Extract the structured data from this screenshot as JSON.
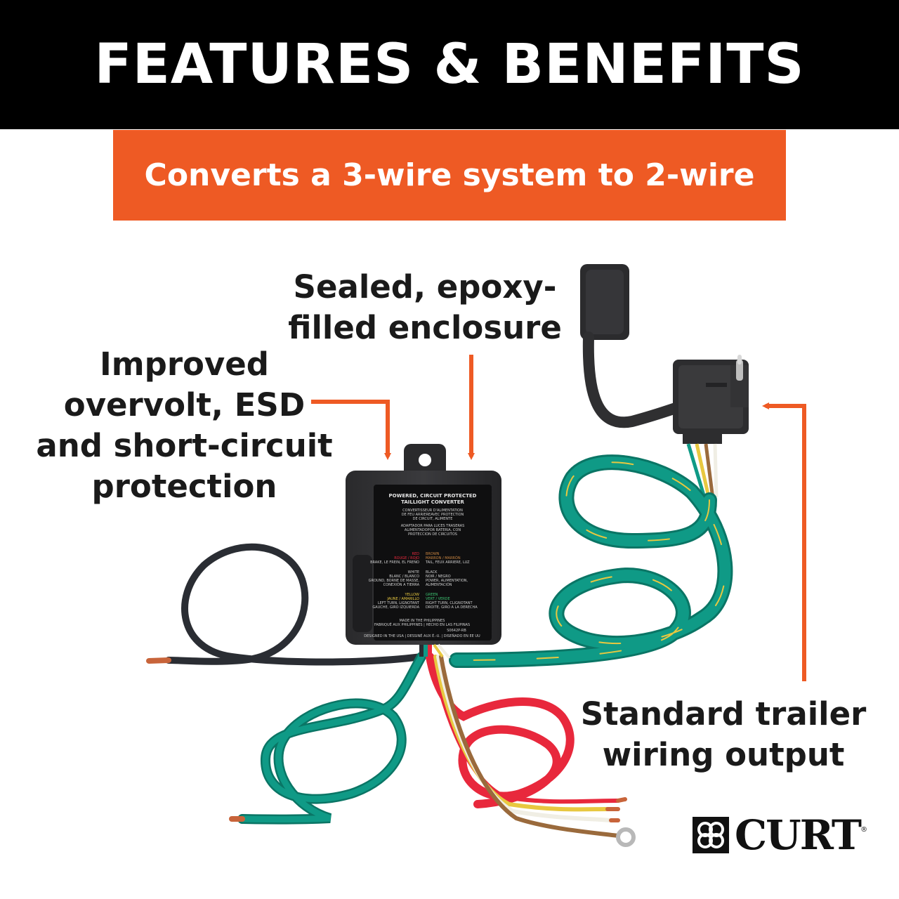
{
  "header": {
    "title": "FEATURES & BENEFITS"
  },
  "banner": {
    "text": "Converts a 3-wire system to 2-wire"
  },
  "callouts": {
    "enclosure": [
      "Sealed, epoxy-",
      "filled enclosure"
    ],
    "protection": [
      "Improved",
      "overvolt, ESD",
      "and short-circuit",
      "protection"
    ],
    "output": [
      "Standard trailer",
      "wiring output"
    ]
  },
  "label": {
    "title": [
      "POWERED, CIRCUIT PROTECTED",
      "TAILLIGHT CONVERTER"
    ],
    "french": [
      "CONVERTISSEUR D'ALIMENTATION",
      "DE FEU ARRIEREAVEC PROTECTION",
      "DE CIRCUIT, ALIMENTE"
    ],
    "spanish": [
      "ADAPTADOR PARA LUCES TRASERAS",
      "ALIMENTADOPOR BATERIA, CON",
      "PROTECCION DE CIRCUITOS"
    ],
    "wires_left": [
      {
        "name": "RED",
        "names": "ROUGE / ROJO",
        "desc": [
          "BRAKE, LE FREIN, EL FRENO"
        ]
      },
      {
        "name": "WHITE",
        "names": "BLANC / BLANCO",
        "desc": [
          "GROUND, BORNE DE MASSE,",
          "CONEXIÓN A TIERRA"
        ]
      },
      {
        "name": "YELLOW",
        "names": "JAUNE / AMARILLO",
        "desc": [
          "LEFT TURN, LIGNOTANT",
          "GAUCHE, GIRO IZQUIERDA"
        ]
      }
    ],
    "wires_right": [
      {
        "name": "BROWN",
        "names": "MARRON / MARRÓN",
        "desc": [
          "TAIL, FEUX ARRIERE, LUZ"
        ]
      },
      {
        "name": "BLACK",
        "names": "NOIR / NEGRO",
        "desc": [
          "POWER, ALIMENTATION,",
          "ALIMENTACIÓN"
        ]
      },
      {
        "name": "GREEN",
        "names": "VERT / VERDE",
        "desc": [
          "RIGHT TURN, CLIGNOTANT",
          "DROITE, GIRO A LA DERECHA"
        ]
      }
    ],
    "footer": [
      "MADE IN THE PHILIPPINES",
      "FABRIQUÉ AUX PHILIPPINES  |  HECHO EN LAS FILIPINAS",
      "DESIGNED IN THE USA  |  DESSINÉ AUX É.-U.  |  DISEÑADO EN EE UU"
    ],
    "part_number": "S0642P-RB"
  },
  "wire_colors": {
    "green": "#0f9a86",
    "green_dark": "#0a7565",
    "red": "#e8283c",
    "yellow": "#e8c840",
    "white": "#f0eee4",
    "brown": "#9a6a3c",
    "black": "#2a2d33",
    "copper": "#c8643a"
  },
  "accent_colors": {
    "orange": "#ee5a24",
    "black": "#000000"
  },
  "logo": {
    "text": "CURT",
    "mark": "®"
  }
}
